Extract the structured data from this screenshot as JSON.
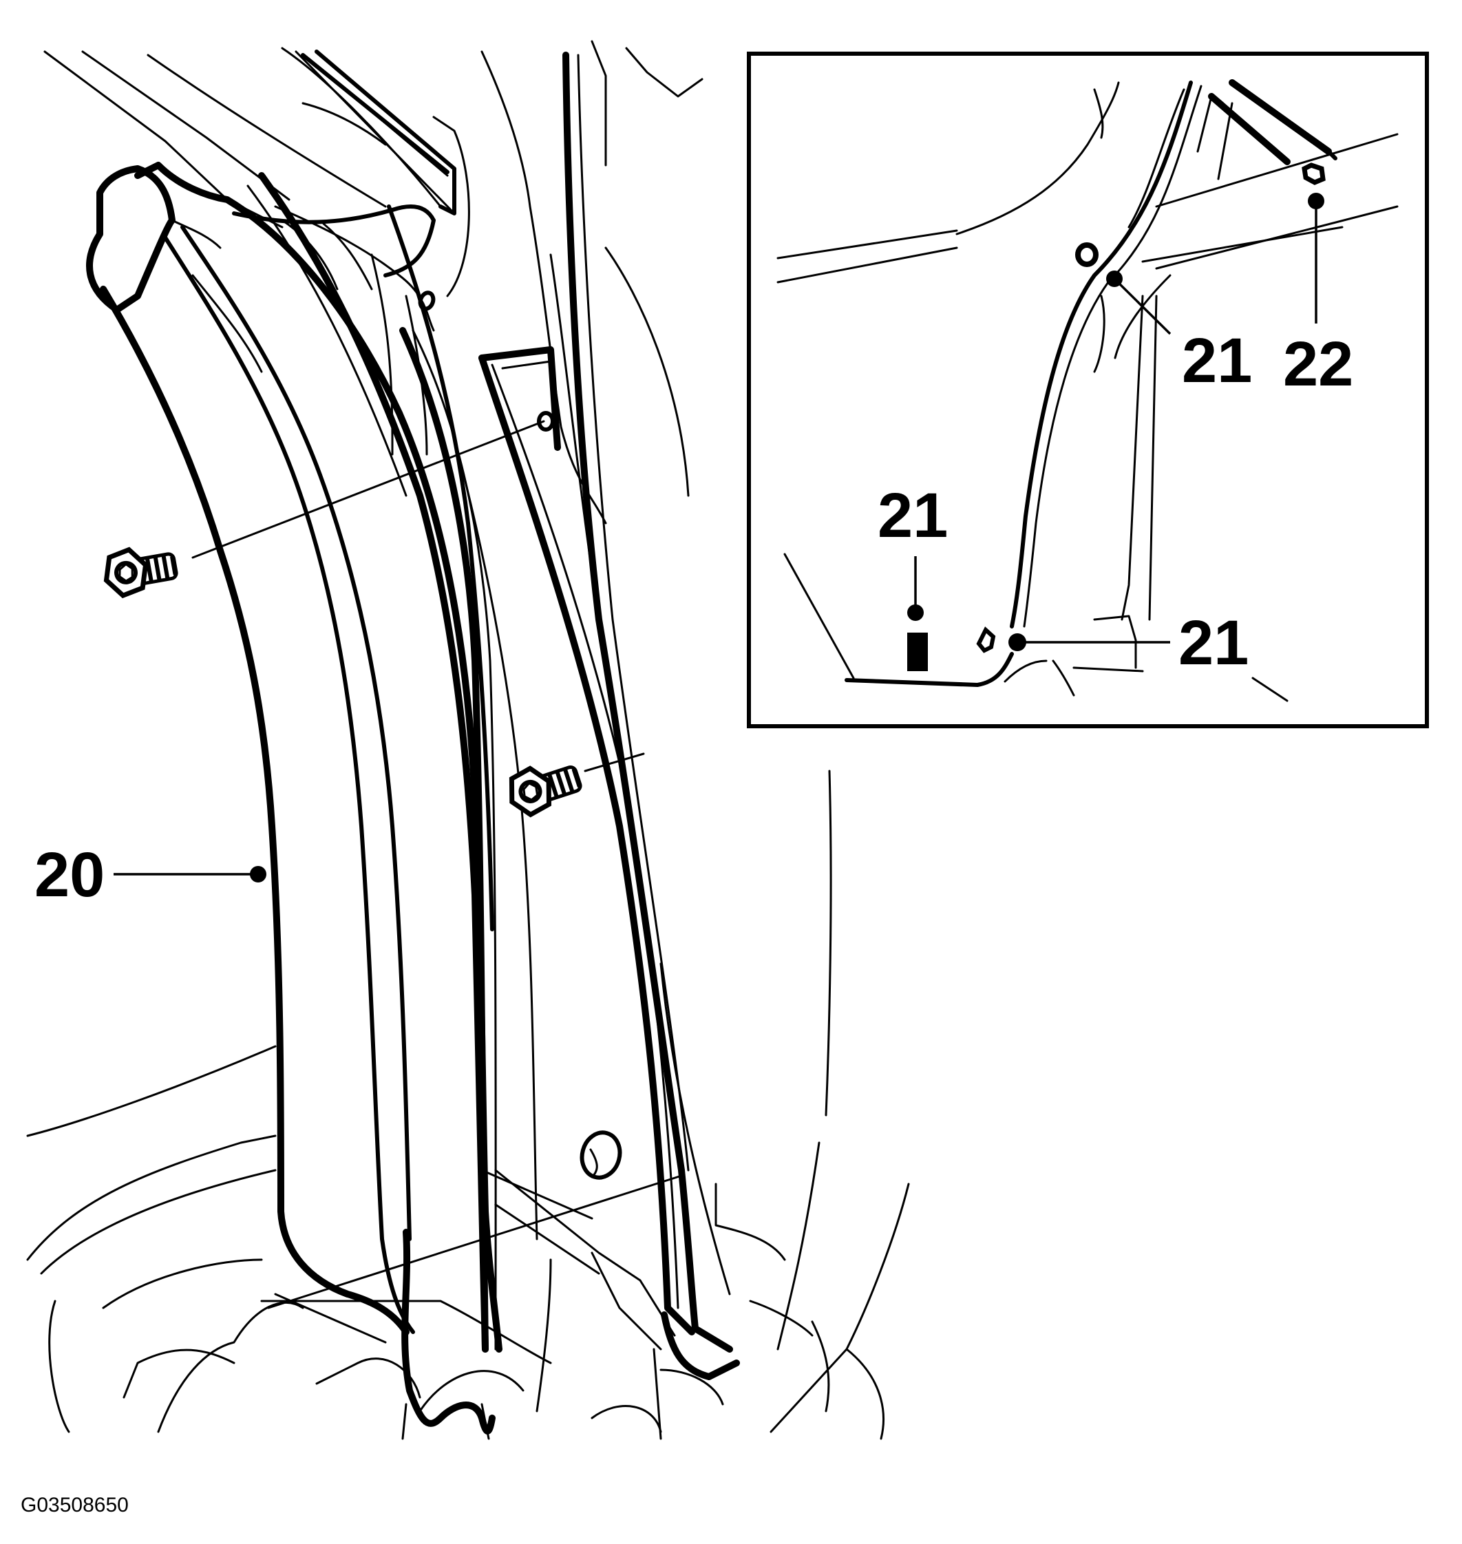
{
  "figure_id": "G03508650",
  "main_view": {
    "callout_panel": "20"
  },
  "inset_view": {
    "callout_upper_clip": "21",
    "callout_nut": "22",
    "callout_lower_left_clip": "21",
    "callout_lower_right_clip": "21"
  }
}
